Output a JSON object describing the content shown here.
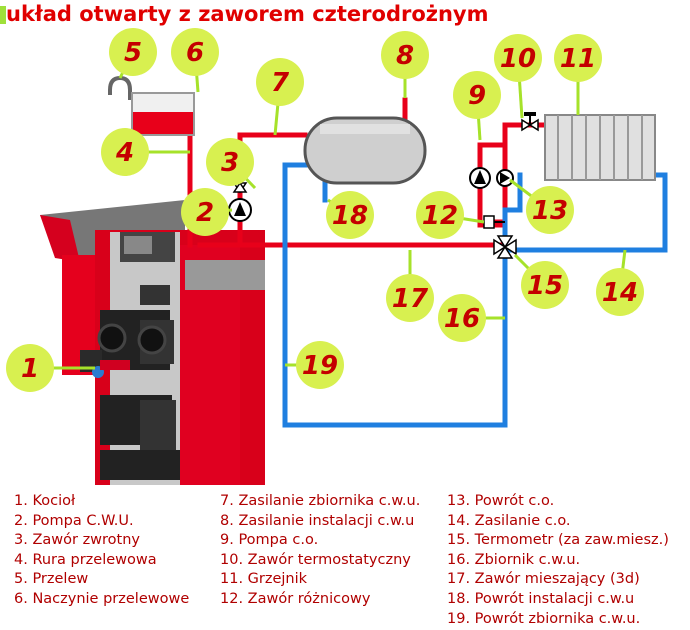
{
  "title": "układ otwarty z zaworem czterodrożnym",
  "callouts": [
    "1",
    "2",
    "3",
    "4",
    "5",
    "6",
    "7",
    "8",
    "9",
    "10",
    "11",
    "12",
    "13",
    "14",
    "15",
    "16",
    "17",
    "18",
    "19"
  ],
  "legend": {
    "col1": [
      "1. Kocioł",
      "2. Pompa C.W.U.",
      "3. Zawór zwrotny",
      "4. Rura przelewowa",
      "5. Przelew",
      "6. Naczynie przelewowe"
    ],
    "col2": [
      "7. Zasilanie zbiornika c.w.u.",
      "8. Zasilanie instalacji c.w.u",
      "9. Pompa c.o.",
      "10. Zawór termostatyczny",
      "11. Grzejnik",
      "12. Zawór różnicowy"
    ],
    "col3": [
      "13. Powrót c.o.",
      "14. Zasilanie c.o.",
      "15. Termometr (za zaw.miesz.)",
      "16. Zbiornik c.w.u.",
      "17. Zawór mieszający (3d)",
      "18. Powrót instalacji c.w.u",
      "19. Powrót zbiornika c.w.u."
    ]
  },
  "colors": {
    "red_pipe": "#e8001a",
    "blue_pipe": "#1f7fe0",
    "bubble": "#d8f050",
    "text": "#c40000"
  }
}
